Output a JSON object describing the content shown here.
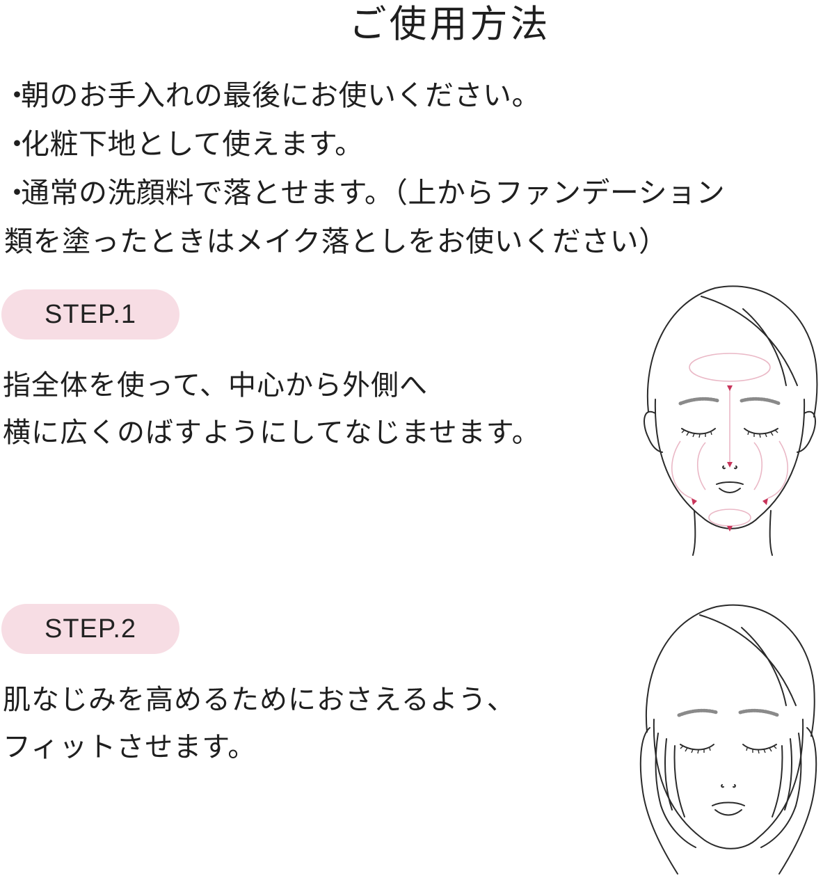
{
  "page": {
    "title": "ご使用方法"
  },
  "notes": [
    {
      "bullet": "・",
      "text": "朝のお手入れの最後にお使いください。"
    },
    {
      "bullet": "・",
      "text": "化粧下地として使えます。"
    },
    {
      "bullet": "・",
      "text": "通常の洗顔料で落とせます。（上からファンデーション",
      "continuation": "類を塗ったときはメイク落としをお使いください）"
    }
  ],
  "steps": [
    {
      "label": "STEP.1",
      "lines": [
        "指全体を使って、中心から外側へ",
        "横に広くのばすようにしてなじませます。"
      ],
      "illustration": "face-spread-outward-icon"
    },
    {
      "label": "STEP.2",
      "lines": [
        "肌なじみを高めるためにおさえるよう、",
        "フィットさせます。"
      ],
      "illustration": "face-hands-press-icon"
    }
  ],
  "colors": {
    "pill_background": "#f7dde4",
    "arrow_accent": "#c8345a",
    "guide_line": "#eab8c6",
    "text": "#1f1f1f"
  }
}
